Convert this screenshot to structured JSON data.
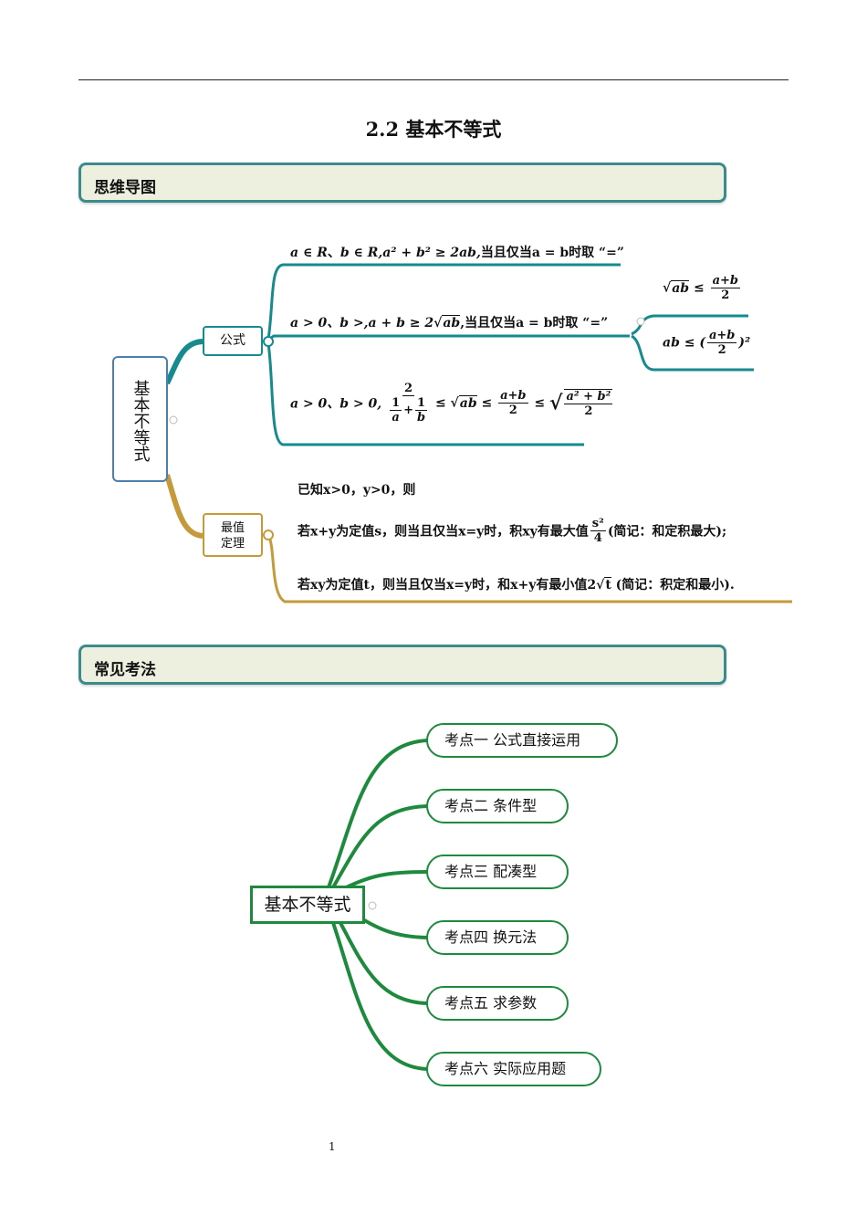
{
  "page": {
    "title": "2.2 基本不等式",
    "page_number": "1"
  },
  "sections": {
    "mindmap": "思维导图",
    "methods": "常见考法"
  },
  "mindmap": {
    "root": "基本不等式",
    "formula_node": "公式",
    "theorem_node_line1": "最值",
    "theorem_node_line2": "定理",
    "f1": {
      "a": "a",
      "inR1": " ∈ ",
      "R": "R",
      "sep": "、",
      "b": "b",
      "inR2": " ∈ ",
      "R2": "R",
      "rest": ",a² + b² ≥ 2ab,",
      "tail": "当且仅当a = b时取 “=”"
    },
    "f2": {
      "lead": "a > 0、b >,a + b ≥ 2",
      "sqrt": "ab",
      "tail": ",当且仅当a = b时取 “=”"
    },
    "f3": {
      "lead": "a > 0、b > 0,",
      "two": "2",
      "one": "1",
      "a": "a",
      "b": "b",
      "plus": "+",
      "le1": "≤",
      "sqrt_ab": "ab",
      "le2": "≤",
      "apb": "a+b",
      "le3": "≤",
      "sq": "a² + b²"
    },
    "sub1": {
      "sqrt": "ab",
      "le": "≤",
      "num": "a+b",
      "den": "2"
    },
    "sub2": {
      "lead": "ab ≤ (",
      "num": "a+b",
      "den": "2",
      "tail": ")²"
    },
    "t1": "已知x>0，y>0，则",
    "t2": {
      "lead": "若x+y为定值s，则当且仅当x=y时，积xy有最大值",
      "num": "s²",
      "den": "4",
      "tail": "(简记：和定积最大);"
    },
    "t3": {
      "lead": "若xy为定值t，则当且仅当x=y时，和x+y有最小值2",
      "sqrt": "t",
      "tail": "(简记：积定和最小)."
    }
  },
  "methods": {
    "root": "基本不等式",
    "items": [
      {
        "label": "考点一  公式直接运用"
      },
      {
        "label": "考点二  条件型"
      },
      {
        "label": "考点三  配凑型"
      },
      {
        "label": "考点四  换元法"
      },
      {
        "label": "考点五  求参数"
      },
      {
        "label": "考点六  实际应用题"
      }
    ]
  },
  "colors": {
    "teal": "#168a8c",
    "gold": "#c49a3a",
    "green": "#1e8a3e",
    "section_border": "#3b8a8c",
    "section_bg": "#eef0df"
  }
}
